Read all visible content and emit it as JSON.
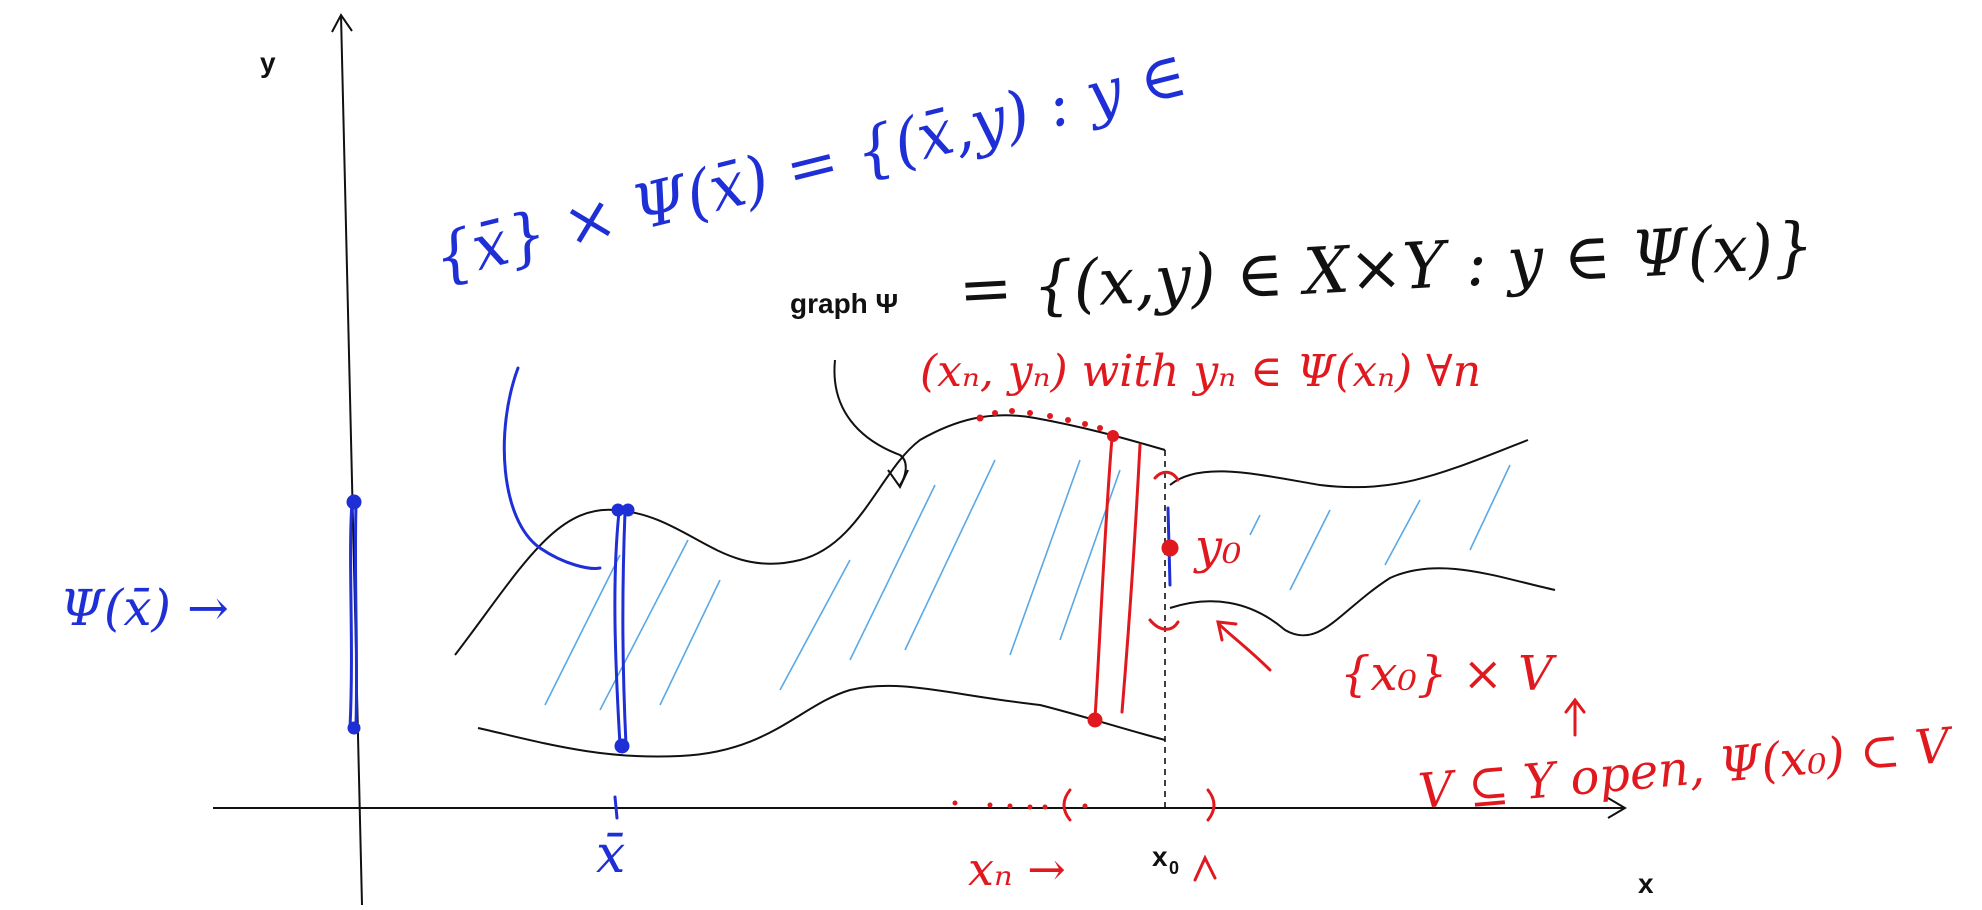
{
  "labels": {
    "y_axis": "y",
    "x_axis": "x",
    "x0": "x",
    "x0_sub": "0",
    "graph_label": "graph Ψ"
  },
  "handwriting": {
    "graph_definition": "= {(x,y) ∈ X×Y : y ∈ Ψ(x)}",
    "fiber_definition": "{x̄} × Ψ(x̄) = {(x̄,y) : y ∈",
    "psi_xbar": "Ψ(x̄) →",
    "xbar": "x̄",
    "sequence": "(xₙ, yₙ) with yₙ ∈ Ψ(xₙ) ∀n",
    "y0": "y₀",
    "x0_times_v": "{x₀} × V",
    "v_open": "V ⊆ Y open,  Ψ(x₀) ⊂ V",
    "xn_arrow": "xₙ →"
  },
  "colors": {
    "axes": "#111111",
    "curves": "#111111",
    "hatch": "#5aa9e6",
    "blue_ink": "#1f2fd6",
    "red_ink": "#e0191f",
    "dashed": "#111111"
  }
}
